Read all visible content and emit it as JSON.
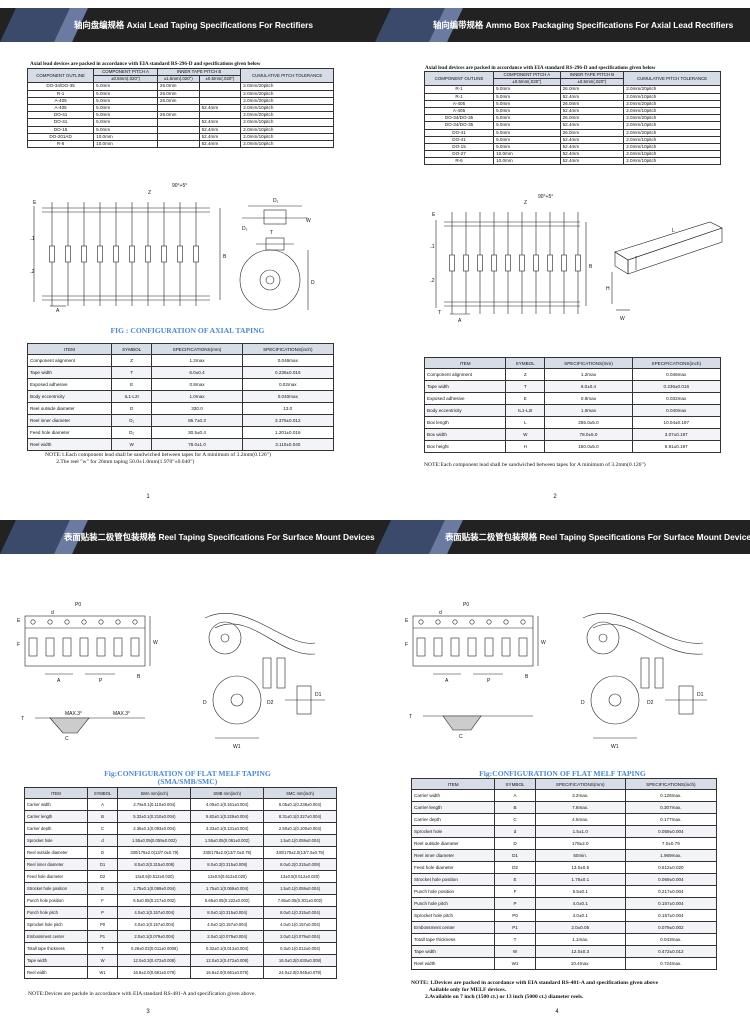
{
  "p1": {
    "title": "轴向盘编规格  Axial Lead Taping Specifications For Rectifiers",
    "note_std": "Axial lead devices are packed in accordance with EIA standard RS-296-D and specifications given below",
    "head": {
      "outline": "COMPONENT OUTLINE",
      "pitch": "COMPONENT PITCH A",
      "inner": "INNER TAPE PITCH B",
      "cum": "CUMULATIVE PITCH TOLERANCE",
      "tol1": "±0.5mm(.020\")",
      "tol2": "±1.5mm(.020\")",
      "tol3": "±0.5mm(.020\")"
    },
    "rows": [
      [
        "DO-34/DO-35",
        "5.0mm",
        "26.0mm",
        "",
        "2.0mm/20pitch"
      ],
      [
        "R-1",
        "5.0mm",
        "26.0mm",
        "",
        "2.0mm/20pitch"
      ],
      [
        "A-405",
        "5.0mm",
        "26.0mm",
        "",
        "2.0mm/20pitch"
      ],
      [
        "A-405",
        "5.0mm",
        "",
        "52.4mm",
        "2.0mm/10pitch"
      ],
      [
        "DO-41",
        "5.0mm",
        "26.0mm",
        "",
        "2.0mm/20pitch"
      ],
      [
        "DO-41",
        "5.0mm",
        "",
        "52.4mm",
        "2.0mm/10pitch"
      ],
      [
        "DO-15",
        "5.0mm",
        "",
        "52.4mm",
        "2.0mm/10pitch"
      ],
      [
        "DO-201AD",
        "10.0mm",
        "",
        "52.4mm",
        "2.0mm/10pitch"
      ],
      [
        "R-6",
        "10.0mm",
        "",
        "52.4mm",
        "2.0mm/10pitch"
      ]
    ],
    "fig_caption": "FIG : CONFIGURATION  OF  AXIAL  TAPING",
    "lbl": {
      "E": "E",
      "L1": "L1",
      "L2": "L2",
      "A": "A",
      "B": "B",
      "Z": "Z",
      "ang": "90°+5°",
      "D1": "D₁",
      "D2": "D₂",
      "W": "W",
      "T": "T",
      "D": "D"
    },
    "spec_head": [
      "ITEM",
      "SYMBOL",
      "SPECIFICATIONS(mm)",
      "SPECIFICATIONS(inch)"
    ],
    "spec": [
      [
        "Component alignment",
        "Z",
        "1.2max",
        "0.046max"
      ],
      [
        "Tape width",
        "T",
        "6.0±0.4",
        "0.236±0.016"
      ],
      [
        "Exposed adhesive",
        "E",
        "0.8max",
        "0.02max"
      ],
      [
        "Body eccentricity",
        "IL1-L2I",
        "1.0max",
        "0.040max"
      ],
      [
        "Reel outside diameter",
        "D",
        "330.0",
        "13.0"
      ],
      [
        "Reel inner diameter",
        "D₁",
        "85.7±0.3",
        "3.375±0.012"
      ],
      [
        "Feed hole diameter",
        "D₂",
        "30.5±0.4",
        "1.201±0.016"
      ],
      [
        "Reel width",
        "W",
        "78.0±1.0",
        "3.110±0.040"
      ]
    ],
    "notes": "NOTE:1.Each component lead shall be sandwiched between tapes for A minimum of 3.2mm(0.126\")\n        2.The reel \"w\" for 26mm taping 50.0±1.0mm(1.970\"±0.040\")",
    "page": "1"
  },
  "p2": {
    "title": "轴向编带规格  Ammo Box Packaging Specifications For Axial Lead Rectifiers",
    "note_std": "Axial lead devices are packed in accordance with EIA standard RS-296-D and specifications given below",
    "head": {
      "outline": "COMPONENT OUTLINE",
      "pitch": "COMPONENT PITCH A",
      "inner": "INNER TAPE PITCH B",
      "cum": "CUMULATIVE PITCH TOLERANCE",
      "tol1": "±0.5mm(.020\")",
      "tol2": "±0.5mm(.020\")"
    },
    "rows": [
      [
        "R-1",
        "5.0mm",
        "26.0mm",
        "2.0mm/20pitch"
      ],
      [
        "R-1",
        "5.0mm",
        "52.4mm",
        "2.0mm/10pitch"
      ],
      [
        "A-405",
        "5.0mm",
        "26.0mm",
        "2.0mm/20pitch"
      ],
      [
        "A-405",
        "5.0mm",
        "52.4mm",
        "2.0mm/10pitch"
      ],
      [
        "DO-34/DO-35",
        "5.0mm",
        "26.0mm",
        "2.0mm/20pitch"
      ],
      [
        "DO-34/DO-35",
        "5.0mm",
        "52.4mm",
        "2.0mm/10pitch"
      ],
      [
        "DO-41",
        "5.0mm",
        "26.0mm",
        "2.0mm/20pitch"
      ],
      [
        "DO-41",
        "5.0mm",
        "52.4mm",
        "2.0mm/10pitch"
      ],
      [
        "DO-15",
        "5.0mm",
        "52.4mm",
        "2.0mm/10pitch"
      ],
      [
        "DO-27",
        "10.0mm",
        "52.4mm",
        "2.0mm/10pitch"
      ],
      [
        "R-6",
        "10.0mm",
        "52.4mm",
        "2.0mm/10pitch"
      ]
    ],
    "lbl": {
      "E": "E",
      "L1": "L1",
      "L2": "L2",
      "A": "A",
      "B": "B",
      "Z": "Z",
      "ang": "90°+5°",
      "T": "T",
      "L": "L",
      "H": "H",
      "W": "W"
    },
    "spec_head": [
      "ITEM",
      "SYMBOL",
      "SPECIFICATIONS(mm)",
      "SPECIFICATIONS(inch)"
    ],
    "spec": [
      [
        "Component alignment",
        "Z",
        "1.2max",
        "0.046max"
      ],
      [
        "Tape width",
        "T",
        "6.0±0.4",
        "0.236±0.016"
      ],
      [
        "Exposed adhesive",
        "E",
        "0.8max",
        "0.032max"
      ],
      [
        "Body eccentricity",
        "IL1-L2I",
        "1.0max",
        "0.040max"
      ],
      [
        "Box length",
        "L",
        "255.0±5.0",
        "10.04±0.197"
      ],
      [
        "Box width",
        "W",
        "78.0±5.0",
        "3.07±0.197"
      ],
      [
        "Box height",
        "H",
        "150.0±5.0",
        "5.91±0.197"
      ]
    ],
    "notes": "NOTE:Each component lead shall be sandwiched between tapes for A minimum of 3.2mm(0.126\")",
    "page": "2"
  },
  "p3": {
    "title": "表面贴装二极管包装规格  Reel Taping Specifications For Surface Mount Devices-Flat Melf",
    "lbl": {
      "P0": "P0",
      "d": "d",
      "E": "E",
      "F": "F",
      "W": "W",
      "A": "A",
      "P": "P",
      "B": "B",
      "D2": "D2",
      "D1": "D1",
      "D": "D",
      "W1": "W1",
      "T": "T",
      "C": "C",
      "max1": "MAX.3°",
      "max2": "MAX.3°"
    },
    "fig_caption": "Fig:CONFIGURATION OF FLAT MELF TAPING",
    "fig_sub": "(SMA/SMB/SMC)",
    "spec_head": [
      "ITEM",
      "SYMBOL",
      "SMA mm(inch)",
      "SMB mm(inch)",
      "SMC mm(inch)"
    ],
    "spec": [
      [
        "Carrier width",
        "A",
        "2.78±0.1(0.110±0.004)",
        "4.09±0.1(0.161±0.004)",
        "6.05±0.1(0.238±0.004)"
      ],
      [
        "Carrier length",
        "B",
        "5.32±0.1(0.210±0.004)",
        "5.82±0.1(0.229±0.004)",
        "8.31±0.1(0.327±0.004)"
      ],
      [
        "Carrier depth",
        "C",
        "2.36±0.1(0.093±0.004)",
        "3.33±0.1(0.131±0.004)",
        "2.50±0.1(0.100±0.004)"
      ],
      [
        "Sprocket hole",
        "d",
        "1.55±0.05(0.059±0.002)",
        "1.55±0.05(0.061±0.002)",
        "1.5±0.1(0.059±0.004)"
      ],
      [
        "Reel outside diameter",
        "D",
        "330/178±2.0(13/7.0±0.79)",
        "330/178±2.0(13/7.0±0.79)",
        "330/178±2.0(13/7.0±0.79)"
      ],
      [
        "Reel inner diameter",
        "D1",
        "8.0±0.2(0.315±0.008)",
        "8.0±0.2(0.315±0.008)",
        "8.0±0.2(0.315±0.008)"
      ],
      [
        "Feed hole diameter",
        "D2",
        "13±0.5(0.512±0.020)",
        "13±0.5(0.512±0.020)",
        "13±0.5(0.512±0.020)"
      ],
      [
        "Strocket hole position",
        "E",
        "1.75±0.1(0.069±0.004)",
        "1.75±0.1(0.069±0.004)",
        "1.5±0.1(0.059±0.004)"
      ],
      [
        "Punch hole position",
        "F",
        "5.5±0.05(0.217±0.002)",
        "5.65±0.05(0.222±0.002)",
        "7.65±0.05(0.301±0.002)"
      ],
      [
        "Punch hole pitch",
        "P",
        "4.0±0.1(0.157±0.004)",
        "8.0±0.1(0.315±0.004)",
        "8.0±0.1(0.315±0.004)"
      ],
      [
        "Sprocket hole pitch",
        "P0",
        "4.0±0.1(0.157±0.004)",
        "4.0±0.1(0.157±0.004)",
        "4.0±0.1(0.157±0.004)"
      ],
      [
        "Embossment center",
        "P1",
        "2.0±0.1(0.079±0.004)",
        "2.0±0.1(0.079±0.004)",
        "2.0±0.1(0.079±0.004)"
      ],
      [
        "Totall tape thickness",
        "T",
        "0.28±0.02(0.011±0.0008)",
        "0.32±0.1(0.013±0.004)",
        "0.3±0.1(0.012±0.004)"
      ],
      [
        "Tape width",
        "W",
        "12.0±0.3(0.472±0.008)",
        "12.0±0.2(0.472±0.008)",
        "16.0±0.2(0.630±0.008)"
      ],
      [
        "Reel width",
        "W1",
        "16.8±2.0(0.661±0.079)",
        "16.8±2.0(0.661±0.079)",
        "24.0±2.0(0.945±0.079)"
      ]
    ],
    "notes": "NOTE:Devices are packde in accordance with EIA standard RS-481-A and specification given above.",
    "page": "3"
  },
  "p4": {
    "title": "表面贴装二极管包装规格  Reel Taping Specifications For Surface Mount Devices-Melf",
    "lbl": {
      "P0": "P0",
      "d": "d",
      "E": "E",
      "F": "F",
      "W": "W",
      "A": "A",
      "P": "P",
      "B": "B",
      "D2": "D2",
      "D1": "D1",
      "D": "D",
      "W1": "W1",
      "T": "T",
      "C": "C"
    },
    "fig_caption": "Fig:CONFIGURATION OF FLAT MELF TAPING",
    "spec_head": [
      "ITEM",
      "SYMBOL",
      "SPECIFICATIONS(mm)",
      "SPECIFICATIONS(inch)"
    ],
    "spec": [
      [
        "Carrier width",
        "A",
        "3.2max.",
        "0.126max."
      ],
      [
        "Carrier length",
        "B",
        "7.8max.",
        "0.307max."
      ],
      [
        "Carrier depth",
        "C",
        "4.5max.",
        "0.177max."
      ],
      [
        "Sprocket hole",
        "d",
        "1.5±1.0",
        "0.059±0.004"
      ],
      [
        "Reel outside diameter",
        "D",
        "178±2.0",
        "7.0±0.79"
      ],
      [
        "Reel inner diameter",
        "D1",
        "50min.",
        "1.969max."
      ],
      [
        "Feed hole diameter",
        "D2",
        "13.0±0.5",
        "0.512±0.020"
      ],
      [
        "Strocket hole position",
        "E",
        "1.75±0.1",
        "0.069±0.004"
      ],
      [
        "Punch hole position",
        "F",
        "5.5±0.1",
        "0.217±0.004"
      ],
      [
        "Punch hole pitch",
        "P",
        "4.0±0.1",
        "0.157±0.004"
      ],
      [
        "Sprocket hole pitch",
        "P0",
        "4.0±0.1",
        "0.157±0.004"
      ],
      [
        "Embossment center",
        "P1",
        "2.0±0.05",
        "0.079±0.002"
      ],
      [
        "Totall tape thickness",
        "T",
        "1.1max.",
        "0.043max."
      ],
      [
        "Tape width",
        "W",
        "12.0±0.3",
        "0.472±0.012"
      ],
      [
        "Reel width",
        "W1",
        "10.4max.",
        "0.724max."
      ]
    ],
    "notes": "NOTE: 1.Devices are packed in accordance with EIA standard RS-481-A and specifications given above\n             Aailable only for MELF devices.\n          2.Available on 7 inch (1500 ct.) or 13 inch (5000 ct.) diameter reels.",
    "page": "4"
  }
}
